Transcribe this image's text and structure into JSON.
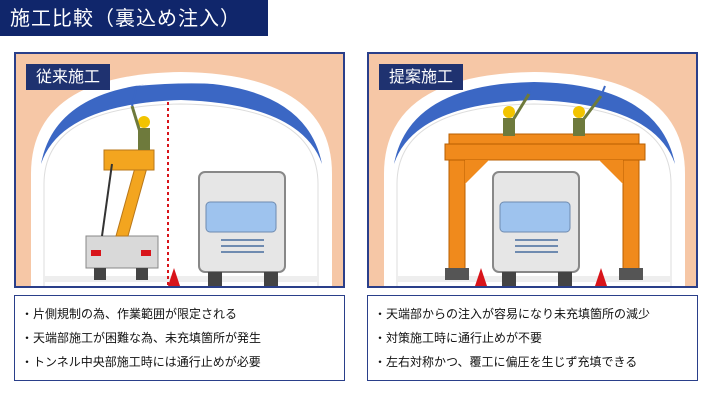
{
  "page_title": "施工比較（裏込め注入）",
  "left_panel": {
    "label": "従来施工",
    "notes": [
      "片側規制の為、作業範囲が限定される",
      "天端部施工が困難な為、未充填箇所が発生",
      "トンネル中央部施工時には通行止めが必要"
    ]
  },
  "right_panel": {
    "label": "提案施工",
    "notes": [
      "天端部からの注入が容易になり未充填箇所の減少",
      "対策施工時に通行止めが不要",
      "左右対称かつ、覆工に偏圧を生じず充填できる"
    ]
  },
  "colors": {
    "title_bg": "#10266b",
    "panel_border": "#2a3f8a",
    "tunnel_bg": "#f6c7a6",
    "tunnel_lining": "#ffffff",
    "void_fill": "#3b67c4",
    "lift_yellow": "#f3a51f",
    "scaffold_orange": "#f08a1c",
    "truck_body": "#e6e6e6",
    "truck_window": "#9ec3ee",
    "cone_red": "#d8141a",
    "centerline_red": "#d8141a"
  },
  "icons": [
    "tunnel-cross-section",
    "aerial-lift-truck",
    "worker-figure",
    "truck-front",
    "traffic-cone",
    "gantry-scaffold"
  ]
}
